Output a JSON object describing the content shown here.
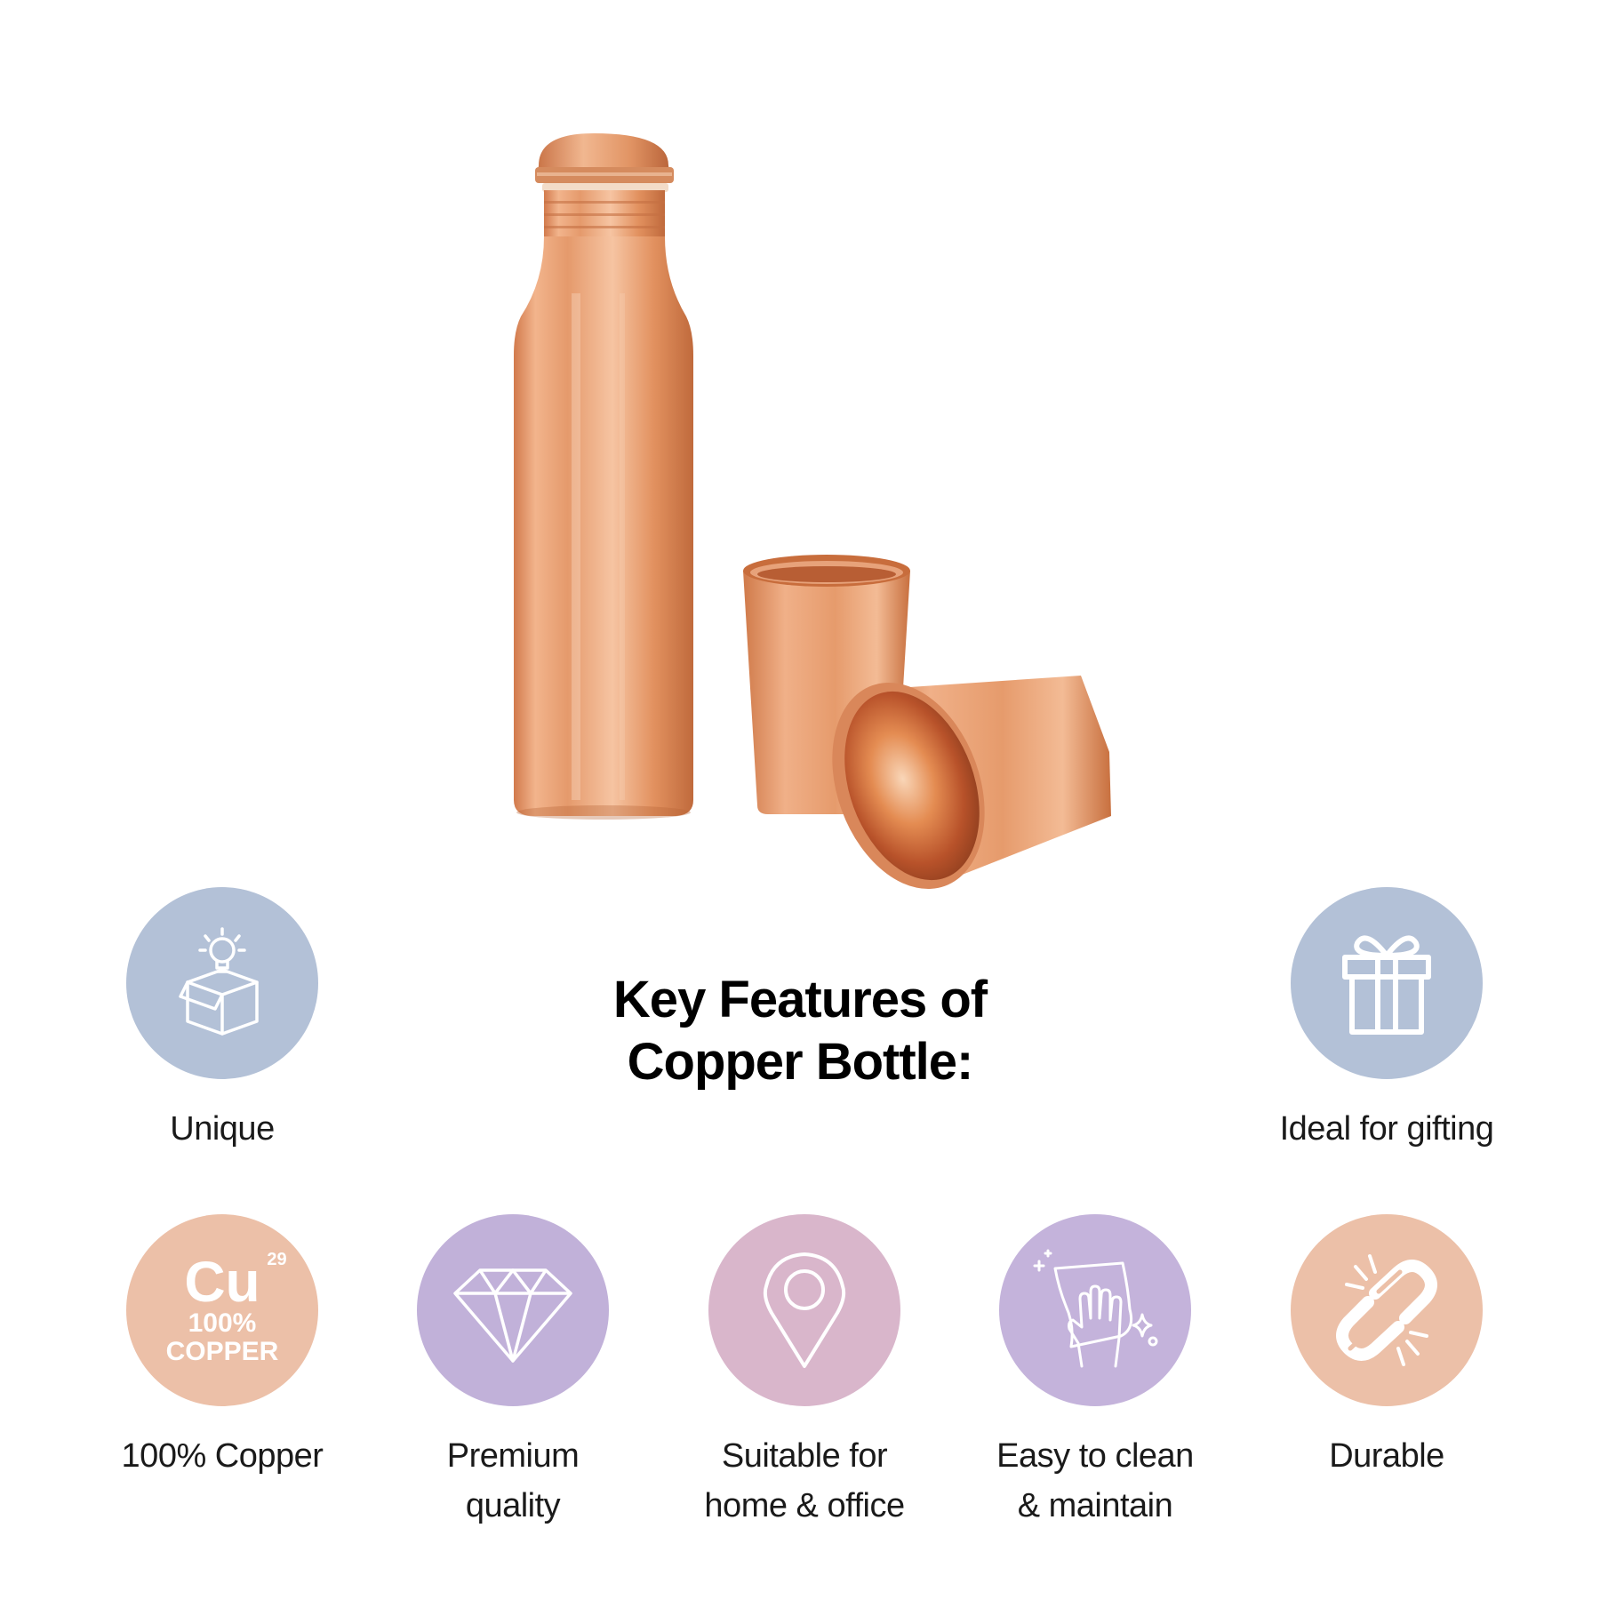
{
  "headline": {
    "line1": "Key Features of",
    "line2": "Copper Bottle:"
  },
  "colors": {
    "blue_badge": "#b3c1d7",
    "peach_badge": "#ecc0a8",
    "purple_badge": "#c1b1d9",
    "pink_badge": "#d9b6cb",
    "lavender_badge": "#c4b3db",
    "copper": "#e29a6c"
  },
  "features": [
    {
      "icon": "lightbulb-box-icon",
      "label_lines": [
        "Unique"
      ]
    },
    {
      "icon": "gift-icon",
      "label_lines": [
        "Ideal for gifting"
      ]
    },
    {
      "icon": "copper-element-icon",
      "label_lines": [
        "100% Copper"
      ],
      "logo_text": {
        "symbol": "Cu",
        "number": "29",
        "percent": "100%",
        "word": "COPPER"
      }
    },
    {
      "icon": "diamond-icon",
      "label_lines": [
        "Premium",
        "quality"
      ]
    },
    {
      "icon": "location-pin-icon",
      "label_lines": [
        "Suitable for",
        "home & office"
      ]
    },
    {
      "icon": "hand-wiping-icon",
      "label_lines": [
        "Easy to clean",
        "& maintain"
      ]
    },
    {
      "icon": "chain-link-icon",
      "label_lines": [
        "Durable"
      ]
    }
  ]
}
